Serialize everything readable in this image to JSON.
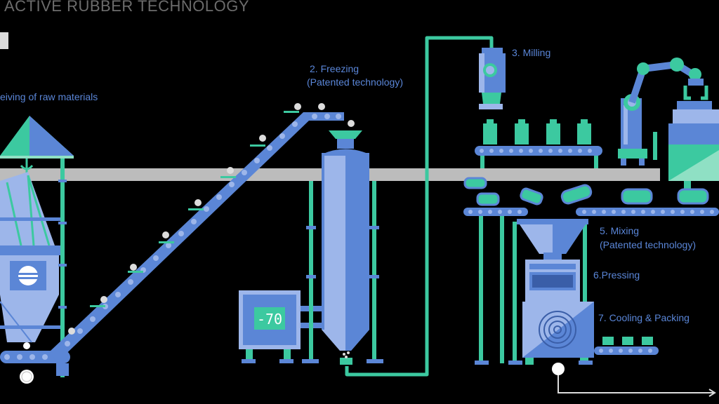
{
  "title": "ACTIVE RUBBER TECHNOLOGY",
  "steps": {
    "receiving": "eiving of raw materials",
    "freezing": "2. Freezing",
    "freezing_note": "(Patented technology)",
    "milling": "3. Milling",
    "mixing": "5. Mixing",
    "mixing_note": "(Patented technology)",
    "pressing": "6.Pressing",
    "cooling": "7. Cooling & Packing"
  },
  "freezer_display": "-70",
  "colors": {
    "background": "#000000",
    "blue": "#5b86d6",
    "light_blue": "#9db6ea",
    "green": "#3cc9a0",
    "pale_green": "#8fe0c4",
    "gray_bar": "#bcbcbc",
    "label": "#5a86d8",
    "title": "#6c6c6c"
  }
}
